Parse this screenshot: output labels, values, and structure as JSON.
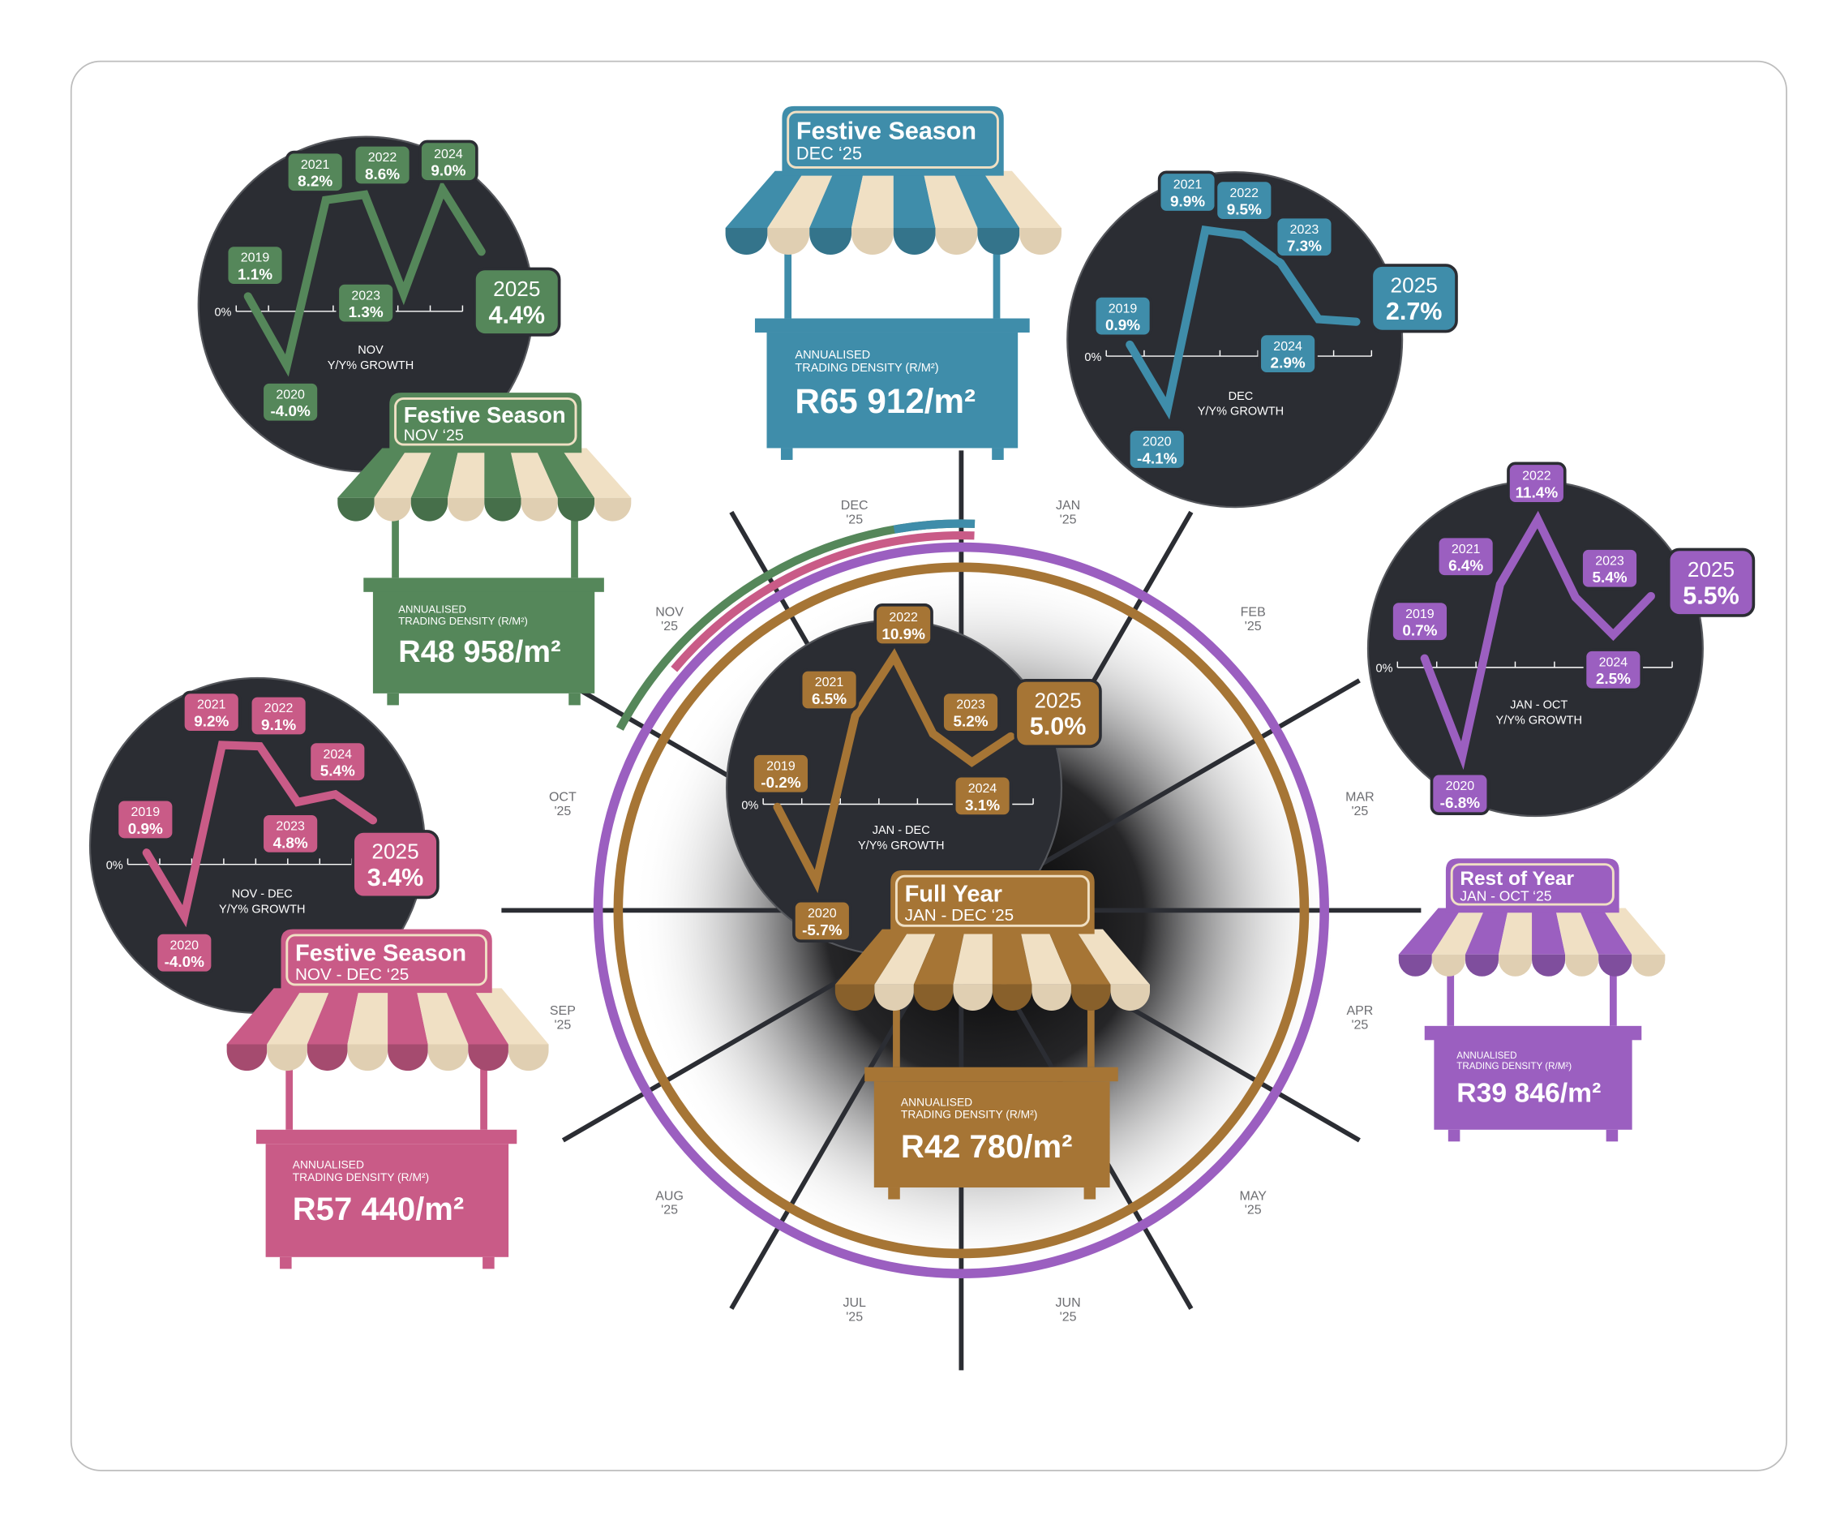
{
  "colors": {
    "green": "#55875a",
    "blue": "#3f8daa",
    "pink": "#c95b87",
    "purple": "#9b5fc0",
    "brown": "#a67535",
    "cream": "#f0e0c4",
    "dark": "#2b2d33"
  },
  "months": [
    {
      "m": "DEC",
      "y": "'25"
    },
    {
      "m": "JAN",
      "y": "'25"
    },
    {
      "m": "FEB",
      "y": "'25"
    },
    {
      "m": "MAR",
      "y": "'25"
    },
    {
      "m": "APR",
      "y": "'25"
    },
    {
      "m": "MAY",
      "y": "'25"
    },
    {
      "m": "JUN",
      "y": "'25"
    },
    {
      "m": "JUL",
      "y": "'25"
    },
    {
      "m": "AUG",
      "y": "'25"
    },
    {
      "m": "SEP",
      "y": "'25"
    },
    {
      "m": "OCT",
      "y": "'25"
    },
    {
      "m": "NOV",
      "y": "'25"
    }
  ],
  "chart_data": [
    {
      "id": "nov",
      "type": "line",
      "color": "green",
      "period": "NOV",
      "ylabel": "Y/Y% GROWTH",
      "zero_label": "0%",
      "points": [
        {
          "year": "2019",
          "label": "1.1%",
          "value": 1.1
        },
        {
          "year": "2020",
          "label": "-4.0%",
          "value": -4.0
        },
        {
          "year": "2021",
          "label": "8.2%",
          "value": 8.2
        },
        {
          "year": "2022",
          "label": "8.6%",
          "value": 8.6
        },
        {
          "year": "2023",
          "label": "1.3%",
          "value": 1.3
        },
        {
          "year": "2024",
          "label": "9.0%",
          "value": 9.0
        },
        {
          "year": "2025",
          "label": "4.4%",
          "value": 4.4
        }
      ]
    },
    {
      "id": "dec",
      "type": "line",
      "color": "blue",
      "period": "DEC",
      "ylabel": "Y/Y% GROWTH",
      "zero_label": "0%",
      "points": [
        {
          "year": "2019",
          "label": "0.9%",
          "value": 0.9
        },
        {
          "year": "2020",
          "label": "-4.1%",
          "value": -4.1
        },
        {
          "year": "2021",
          "label": "9.9%",
          "value": 9.9
        },
        {
          "year": "2022",
          "label": "9.5%",
          "value": 9.5
        },
        {
          "year": "2023",
          "label": "7.3%",
          "value": 7.3
        },
        {
          "year": "2024",
          "label": "2.9%",
          "value": 2.9
        },
        {
          "year": "2025",
          "label": "2.7%",
          "value": 2.7
        }
      ]
    },
    {
      "id": "janoct",
      "type": "line",
      "color": "purple",
      "period": "JAN - OCT",
      "ylabel": "Y/Y% GROWTH",
      "zero_label": "0%",
      "points": [
        {
          "year": "2019",
          "label": "0.7%",
          "value": 0.7
        },
        {
          "year": "2020",
          "label": "-6.8%",
          "value": -6.8
        },
        {
          "year": "2021",
          "label": "6.4%",
          "value": 6.4
        },
        {
          "year": "2022",
          "label": "11.4%",
          "value": 11.4
        },
        {
          "year": "2023",
          "label": "5.4%",
          "value": 5.4
        },
        {
          "year": "2024",
          "label": "2.5%",
          "value": 2.5
        },
        {
          "year": "2025",
          "label": "5.5%",
          "value": 5.5
        }
      ]
    },
    {
      "id": "novdec",
      "type": "line",
      "color": "pink",
      "period": "NOV - DEC",
      "ylabel": "Y/Y% GROWTH",
      "zero_label": "0%",
      "points": [
        {
          "year": "2019",
          "label": "0.9%",
          "value": 0.9
        },
        {
          "year": "2020",
          "label": "-4.0%",
          "value": -4.0
        },
        {
          "year": "2021",
          "label": "9.2%",
          "value": 9.2
        },
        {
          "year": "2022",
          "label": "9.1%",
          "value": 9.1
        },
        {
          "year": "2023",
          "label": "4.8%",
          "value": 4.8
        },
        {
          "year": "2024",
          "label": "5.4%",
          "value": 5.4
        },
        {
          "year": "2025",
          "label": "3.4%",
          "value": 3.4
        }
      ]
    },
    {
      "id": "jandec",
      "type": "line",
      "color": "brown",
      "period": "JAN - DEC",
      "ylabel": "Y/Y% GROWTH",
      "zero_label": "0%",
      "points": [
        {
          "year": "2019",
          "label": "-0.2%",
          "value": -0.2
        },
        {
          "year": "2020",
          "label": "-5.7%",
          "value": -5.7
        },
        {
          "year": "2021",
          "label": "6.5%",
          "value": 6.5
        },
        {
          "year": "2022",
          "label": "10.9%",
          "value": 10.9
        },
        {
          "year": "2023",
          "label": "5.2%",
          "value": 5.2
        },
        {
          "year": "2024",
          "label": "3.1%",
          "value": 3.1
        },
        {
          "year": "2025",
          "label": "5.0%",
          "value": 5.0
        }
      ]
    }
  ],
  "stalls": [
    {
      "id": "dec",
      "color": "blue",
      "title": "Festive Season",
      "subtitle": "DEC ‘25",
      "line1": "ANNUALISED",
      "line2": "TRADING DENSITY (R/M²)",
      "value": "R65 912/m²"
    },
    {
      "id": "nov",
      "color": "green",
      "title": "Festive Season",
      "subtitle": "NOV ‘25",
      "line1": "ANNUALISED",
      "line2": "TRADING DENSITY (R/M²)",
      "value": "R48 958/m²"
    },
    {
      "id": "novdec",
      "color": "pink",
      "title": "Festive Season",
      "subtitle": "NOV - DEC ‘25",
      "line1": "ANNUALISED",
      "line2": "TRADING DENSITY (R/M²)",
      "value": "R57 440/m²"
    },
    {
      "id": "janoct",
      "color": "purple",
      "title": "Rest of Year",
      "subtitle": "JAN - OCT ‘25",
      "line1": "ANNUALISED",
      "line2": "TRADING DENSITY (R/M²)",
      "value": "R39 846/m²"
    },
    {
      "id": "jandec",
      "color": "brown",
      "title": "Full Year",
      "subtitle": "JAN - DEC ‘25",
      "line1": "ANNUALISED",
      "line2": "TRADING DENSITY (R/M²)",
      "value": "R42 780/m²"
    }
  ]
}
